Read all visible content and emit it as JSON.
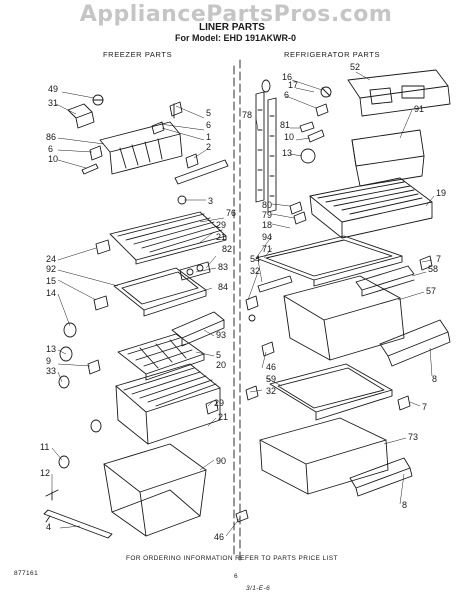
{
  "watermark": "AppliancePartsPros.com",
  "title": "LINER PARTS",
  "model_line": "For Model: EHD 191AKWR-0",
  "freezer_header": "FREEZER PARTS",
  "refrigerator_header": "REFRIGERATOR PARTS",
  "footer_note": "FOR ORDERING INFORMATION REFER TO PARTS PRICE LIST",
  "doc_number": "877161",
  "page_number": "6",
  "handwritten_code": "3/1-E-6",
  "callouts": [
    "49",
    "31",
    "86",
    "6",
    "10",
    "5",
    "6",
    "1",
    "2",
    "3",
    "76",
    "29",
    "21",
    "82",
    "24",
    "92",
    "15",
    "14",
    "83",
    "84",
    "93",
    "5",
    "20",
    "13",
    "9",
    "33",
    "29",
    "21",
    "90",
    "11",
    "12",
    "4",
    "52",
    "16",
    "17",
    "6",
    "91",
    "78",
    "81",
    "10",
    "13",
    "19",
    "80",
    "79",
    "18",
    "94",
    "71",
    "7",
    "54",
    "32",
    "58",
    "57",
    "8",
    "46",
    "59",
    "32",
    "7",
    "73",
    "8",
    "46"
  ],
  "colors": {
    "ink": "#1a1a1a",
    "watermark": "#969696",
    "paper": "#ffffff"
  }
}
